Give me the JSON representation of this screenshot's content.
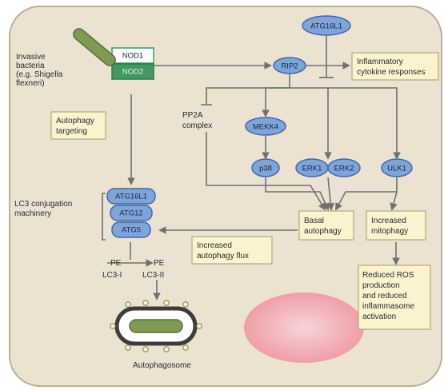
{
  "nodes": {
    "atg16l1_top": "ATG16L1",
    "rip2": "RIP2",
    "nod1": "NOD1",
    "nod2": "NOD2",
    "mekk4": "MEKK4",
    "p38": "p38",
    "erk1": "ERK1",
    "erk2": "ERK2",
    "ulk1": "ULK1",
    "atg16l1": "ATG16L1",
    "atg12": "ATG12",
    "atg5": "ATG5"
  },
  "labels": {
    "bacteria": [
      "Invasive",
      "bacteria",
      "(e.g. Shigella",
      "flexneri)"
    ],
    "inflammatory": [
      "Inflammatory",
      "cytokine responses"
    ],
    "autophagy_targeting": [
      "Autophagy",
      "targeting"
    ],
    "pp2a": [
      "PP2A",
      "complex"
    ],
    "lc3_machinery": [
      "LC3 conjugation",
      "machinery"
    ],
    "basal_autophagy": [
      "Basal",
      "autophagy"
    ],
    "increased_mitophagy": [
      "Increased",
      "mitophagy"
    ],
    "increased_flux": [
      "Increased",
      "autophagy flux"
    ],
    "reduced_ros": [
      "Reduced ROS",
      "production",
      "and reduced",
      "inflammasome",
      "activation"
    ],
    "lc3_i": "LC3-I",
    "lc3_ii": "LC3-II",
    "pe_left": "PE",
    "pe_right": "PE",
    "autophagosome": "Autophagosome"
  },
  "colors": {
    "cell_fill": "#ece2d1",
    "cell_stroke": "#bcae97",
    "oval_fill": "#7fa4d8",
    "oval_stroke": "#3e6aa7",
    "nod_fill": "#3f9a62",
    "yellow_box": "#fbf3cf",
    "yellow_stroke": "#b8a870",
    "nucleus": "#f2b8bd",
    "bacterium": "#7f9a53"
  }
}
